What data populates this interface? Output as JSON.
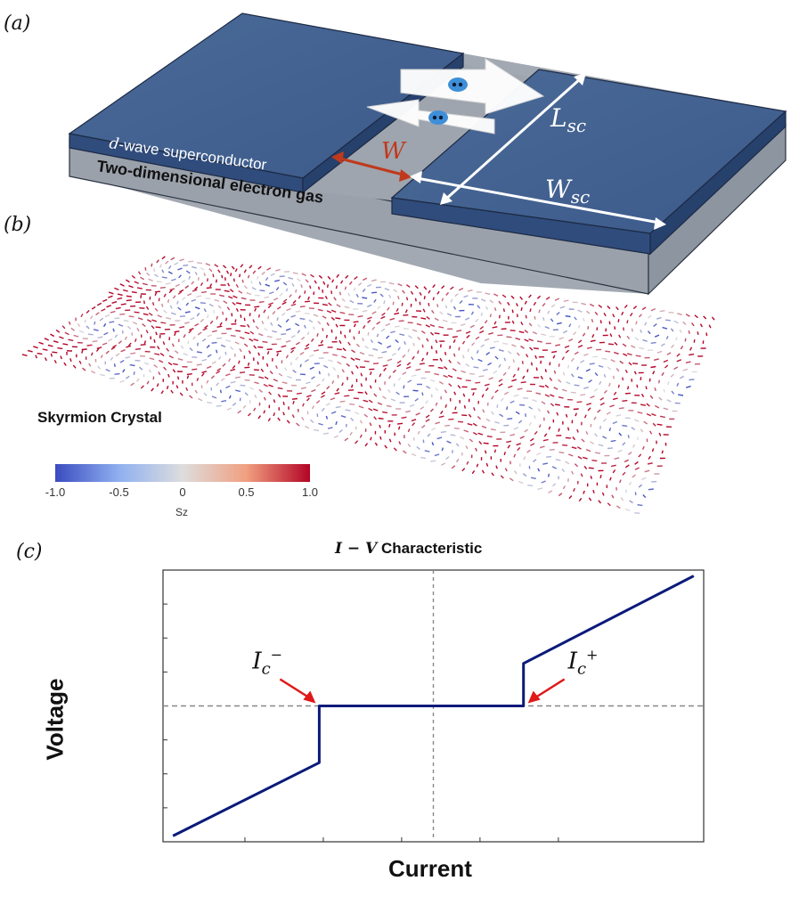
{
  "panels": {
    "a": {
      "label": "(a)",
      "superconductor_label": "d-wave superconductor",
      "superconductor_label_d": "d",
      "superconductor_label_rest": "-wave superconductor",
      "electron_gas_label": "Two-dimensional electron gas",
      "gap_width_label": "W",
      "length_label": "L",
      "length_sub": "sc",
      "width_label": "W",
      "width_sub": "sc",
      "colors": {
        "superconductor": "#3f5f8f",
        "electron_gas": "#9aa1ab",
        "gap_arrow": "#c0391b",
        "dimension_arrow": "#ffffff"
      }
    },
    "b": {
      "label": "(b)",
      "title": "Skyrmion Crystal",
      "colorbar": {
        "ticks": [
          "-1.0",
          "-0.5",
          "0",
          "0.5",
          "1.0"
        ],
        "label": "Sz",
        "colors": [
          "#3b4cc0",
          "#dddddd",
          "#b40426"
        ]
      }
    },
    "c": {
      "label": "(c)",
      "chart_data": {
        "type": "line",
        "title": "I − V Characteristic",
        "title_italic_part": "I − V",
        "title_rest": " Characteristic",
        "xlabel": "Current",
        "ylabel": "Voltage",
        "xlim": [
          -1.35,
          1.35
        ],
        "ylim": [
          -1.15,
          1.15
        ],
        "grid": false,
        "annotations": [
          {
            "text": "I",
            "sub": "c",
            "sup": "−",
            "target_x": -0.57,
            "target_y": 0
          },
          {
            "text": "I",
            "sub": "c",
            "sup": "+",
            "target_x": 0.45,
            "target_y": 0
          }
        ],
        "reference_lines": {
          "horizontal_y": 0,
          "vertical_x": 0
        },
        "series": [
          {
            "x": [
              -1.3,
              -0.57,
              -0.57,
              0.45,
              0.45,
              1.3
            ],
            "y": [
              -1.1,
              -0.48,
              0,
              0,
              0.36,
              1.1
            ]
          }
        ],
        "line_color": "#0a1a7a"
      }
    }
  }
}
